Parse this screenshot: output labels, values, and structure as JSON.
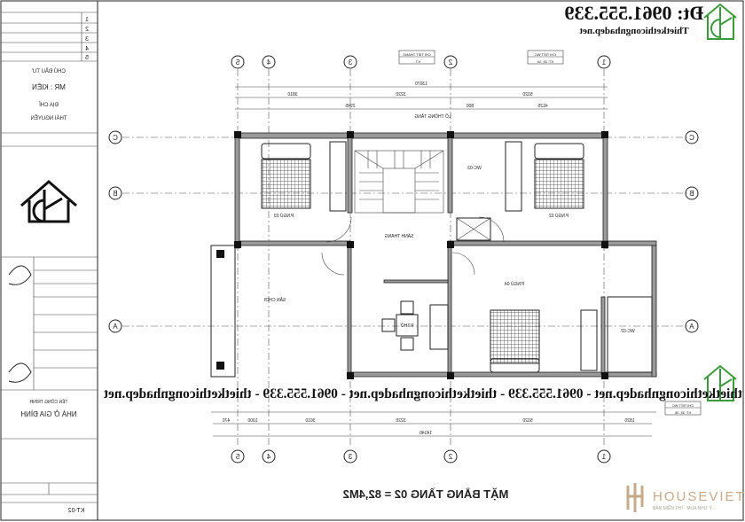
{
  "header": {
    "phone": "Đt: 0961.555.339",
    "website": "Thietkethicongnhadep.net"
  },
  "title": "MẶT BẰNG TẦNG 02 = 82,4M2",
  "watermark": "thietkethicongnhadep.net - 0961.555.339  - thietkethicongnhadep.net - 0961.555.339 - thietkethicongnhadep.net",
  "brand": {
    "name": "HOUSEVIET",
    "slogan": "BÁN MIỄN PHÍ · MUA NHƯ Ý",
    "color": "#c8a98a"
  },
  "grid": {
    "columns": [
      "5",
      "4",
      "3",
      "2",
      "1"
    ],
    "rows": [
      "C",
      "B",
      "A"
    ]
  },
  "dimensions": {
    "top": {
      "total": "13070",
      "segments": [
        "3810",
        "3220",
        "5020"
      ],
      "inner": [
        "2945",
        "800",
        "4125"
      ]
    },
    "bottom": {
      "total": "14140",
      "segments": [
        "470",
        "1000",
        "3610",
        "3220",
        "5020",
        "1820"
      ]
    }
  },
  "rooms": {
    "bed3": "P.NGỦ 03",
    "bed2": "P.NGỦ 02",
    "bed4": "P.NGỦ 04",
    "lobby": "SẢNH THANG",
    "play": "SÂN CHƠI",
    "worship": "P.THỜ",
    "wc3": "WC-03",
    "wc2": "WC-02",
    "void": "LỖ THÔNG TẦNG"
  },
  "callouts": {
    "stair": "CHI TIẾT THANG",
    "stair_ref": "KT -",
    "wc_top": "CHI TIẾT WC",
    "wc_top_ref": "KT: 33, 34",
    "wc_bottom": "CHI TIẾT WC",
    "wc_bottom_ref": "KT: 35, 36"
  },
  "title_block": {
    "owner_label": "CHỦ ĐẦU TƯ",
    "owner": "MR : KIÊN",
    "address_label": "ĐỊA CHỈ",
    "address": "THÁI NGUYÊN",
    "project_label": "TÊN CÔNG TRÌNH",
    "project": "NHÀ Ở GIA ĐÌNH",
    "sheet": "KT-02",
    "rows": [
      "1",
      "2",
      "3",
      "4",
      "5"
    ]
  }
}
